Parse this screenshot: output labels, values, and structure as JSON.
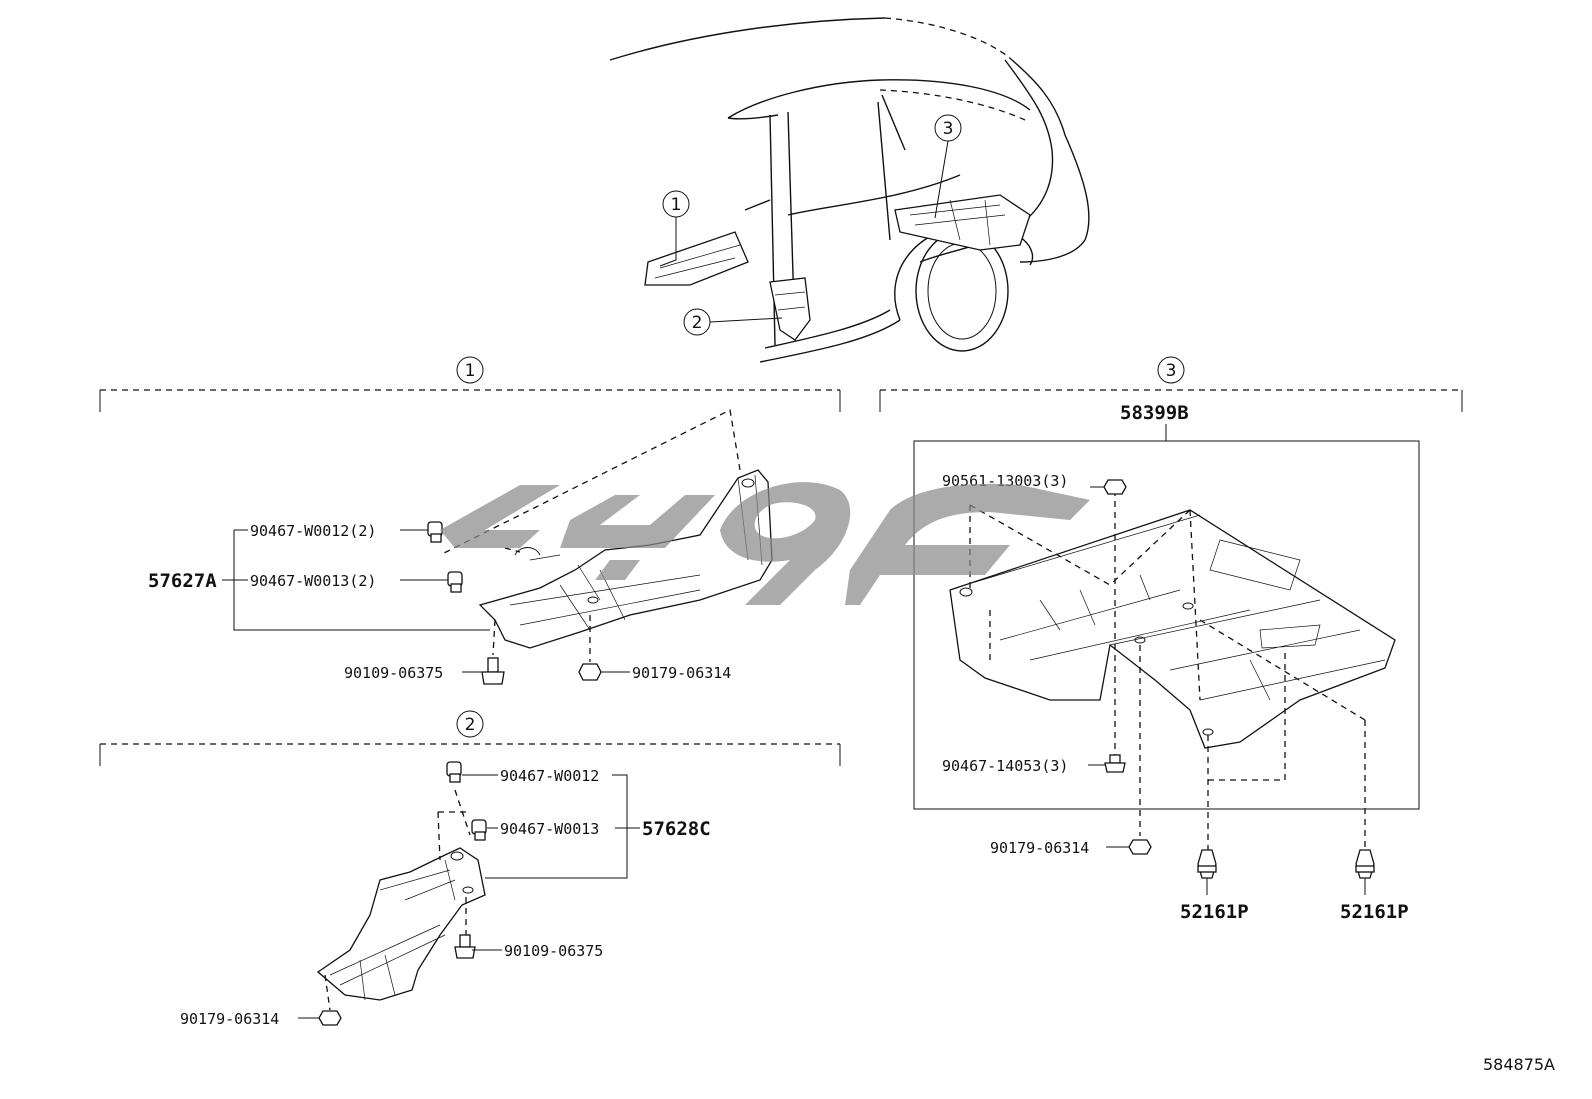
{
  "callouts": [
    "1",
    "2",
    "3"
  ],
  "section1": {
    "marker": "1",
    "assembly": "57627A",
    "parts": {
      "clip_a": "90467-W0012(2)",
      "clip_b": "90467-W0013(2)",
      "bolt": "90109-06375",
      "nut": "90179-06314"
    }
  },
  "section2": {
    "marker": "2",
    "assembly": "57628C",
    "parts": {
      "clip_a": "90467-W0012",
      "clip_b": "90467-W0013",
      "bolt": "90109-06375",
      "nut": "90179-06314"
    }
  },
  "section3": {
    "marker": "3",
    "assembly": "58399B",
    "parts": {
      "nut_top": "90561-13003(3)",
      "clip": "90467-14053(3)",
      "nut_bottom": "90179-06314",
      "rivet_left": "52161P",
      "rivet_right": "52161P"
    }
  },
  "reference": "584875A",
  "watermark": {
    "color": "#8a8a8a"
  }
}
